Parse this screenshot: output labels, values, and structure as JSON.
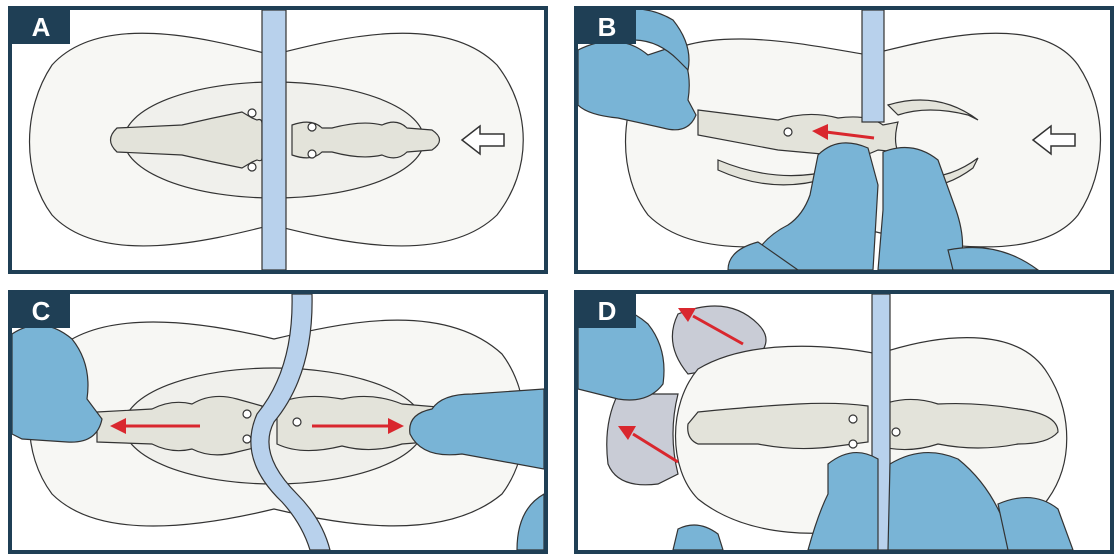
{
  "panels": {
    "a": {
      "label": "A"
    },
    "b": {
      "label": "B"
    },
    "c": {
      "label": "C"
    },
    "d": {
      "label": "D"
    }
  },
  "colors": {
    "frame": "#1f3f55",
    "glove": "#79b4d6",
    "tube": "#b8d1ec",
    "arrow_red": "#d9272e",
    "flange": "#e3e3da",
    "outer_pad": "#f7f7f4",
    "shield": "#c9ccd6"
  },
  "icons": [
    "hand-glove-icon",
    "direction-arrow-icon",
    "push-arrow-icon"
  ]
}
